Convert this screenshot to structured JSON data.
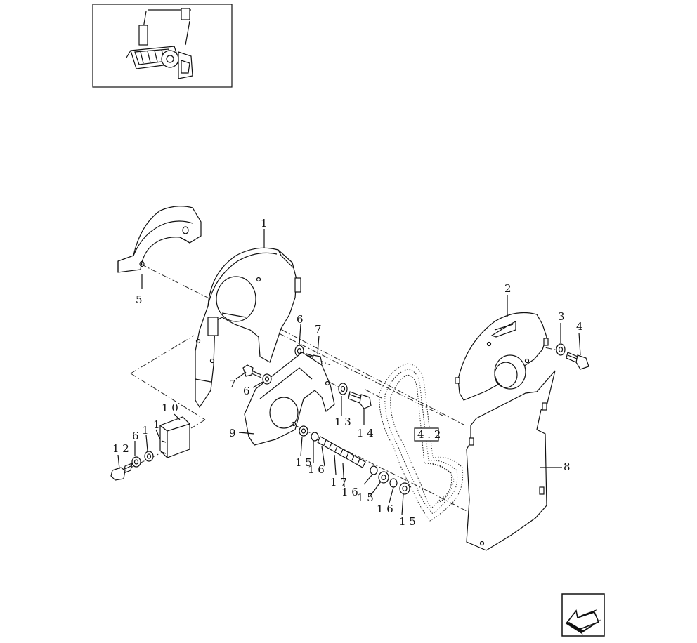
{
  "callouts": [
    {
      "id": "c1",
      "text": "1"
    },
    {
      "id": "c2",
      "text": "2"
    },
    {
      "id": "c3",
      "text": "3"
    },
    {
      "id": "c4",
      "text": "4"
    },
    {
      "id": "c5",
      "text": "5"
    },
    {
      "id": "c6a",
      "text": "6"
    },
    {
      "id": "c7a",
      "text": "7"
    },
    {
      "id": "c7b",
      "text": "7"
    },
    {
      "id": "c6b",
      "text": "6"
    },
    {
      "id": "c13",
      "text": "1 3"
    },
    {
      "id": "c14",
      "text": "1 4"
    },
    {
      "id": "c9",
      "text": "9"
    },
    {
      "id": "c8",
      "text": "8"
    },
    {
      "id": "c10",
      "text": "1 0"
    },
    {
      "id": "c6c",
      "text": "6"
    },
    {
      "id": "c11a",
      "text": "1"
    },
    {
      "id": "c11b",
      "text": "1"
    },
    {
      "id": "c12",
      "text": "1 2"
    },
    {
      "id": "c15a",
      "text": "1 5"
    },
    {
      "id": "c16a",
      "text": "1 6"
    },
    {
      "id": "c17",
      "text": "1 7"
    },
    {
      "id": "c16b",
      "text": "1 6"
    },
    {
      "id": "c15b",
      "text": "1 5"
    },
    {
      "id": "c16c",
      "text": "1 6"
    },
    {
      "id": "c15c",
      "text": "1 5"
    }
  ],
  "reference_box": {
    "text": "4 . 2"
  },
  "icons": {
    "thumbnail": "machine-overview-icon",
    "nav": "back-arrow-icon"
  }
}
